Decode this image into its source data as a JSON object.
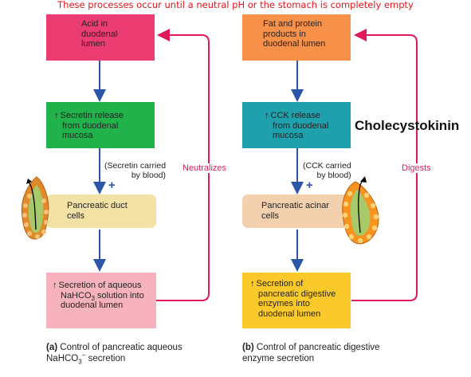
{
  "banner": "These processes occur until a neutral pH or the stomach is completely empty",
  "panel_a": {
    "box_acid": [
      "Acid in",
      "duodenal",
      "lumen"
    ],
    "box_secretin": [
      "Secretin release",
      "from duodenal",
      "mucosa"
    ],
    "note": [
      "(Secretin carried",
      "by blood)"
    ],
    "plus": "+",
    "box_duct": [
      "Pancreatic duct",
      "cells"
    ],
    "box_secretion_l1": "Secretion of aqueous",
    "box_secretion_l2a": "NaHCO",
    "box_secretion_l2b": "3",
    "box_secretion_l2c": " solution into",
    "box_secretion_l3": "duodenal lumen",
    "feedback_label": "Neutralizes",
    "caption_tag": "(a)",
    "caption_l1": " Control of pancreatic aqueous",
    "caption_l2a": "NaHCO",
    "caption_l2b": "3",
    "caption_l2c": "−",
    "caption_l2d": " secretion"
  },
  "panel_b": {
    "box_fat": [
      "Fat and protein",
      "products in",
      "duodenal lumen"
    ],
    "box_cck": [
      "CCK release",
      "from duodenal",
      "mucosa"
    ],
    "note": [
      "(CCK carried",
      "by blood)"
    ],
    "plus": "+",
    "box_acinar": [
      "Pancreatic acinar",
      "cells"
    ],
    "box_secretion": [
      "Secretion of",
      "pancreatic digestive",
      "enzymes into",
      "duodenal lumen"
    ],
    "feedback_label": "Digests",
    "caption_tag": "(b)",
    "caption_l1": " Control of pancreatic digestive",
    "caption_l2": "enzyme secretion"
  },
  "cck_fullname": "Cholecystokinin",
  "up_arrow": "↑",
  "colors": {
    "banner": "#e3131b",
    "acid": "#ec3d73",
    "secretin": "#22b24c",
    "duct": "#f3e2a6",
    "secretion_a": "#f6b3bd",
    "fat": "#f7914a",
    "cck": "#1fa0ad",
    "acinar": "#f4d1ae",
    "secretion_b": "#fbca2a",
    "blue_arrow": "#2c55a8",
    "feedback": "#e0195c"
  },
  "icons": [
    "duct-gland-icon",
    "acinar-gland-icon"
  ]
}
